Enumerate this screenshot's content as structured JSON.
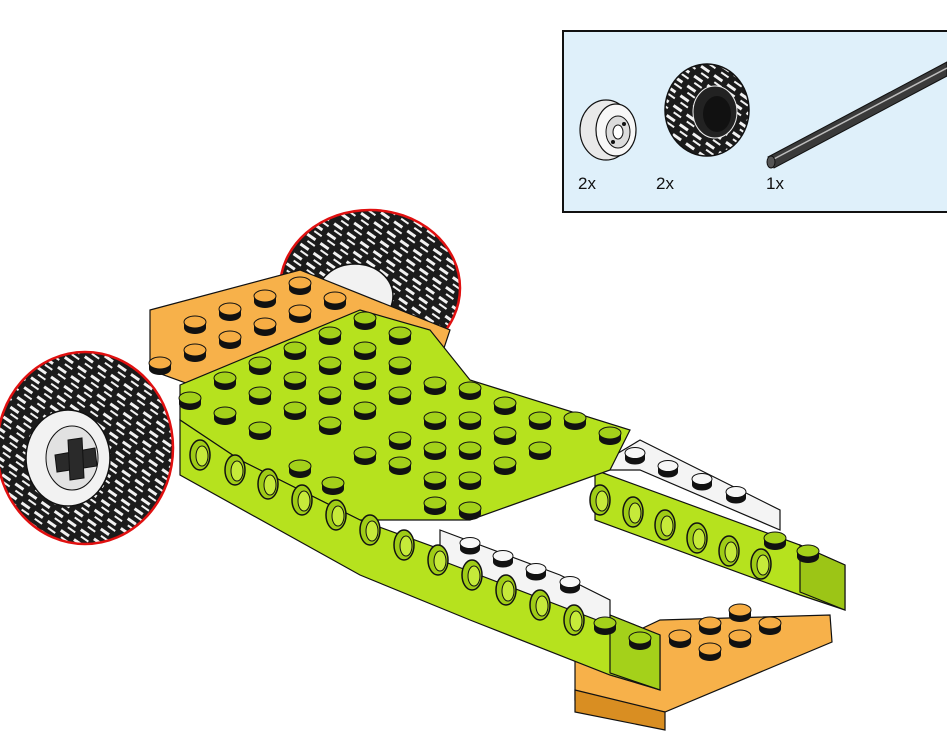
{
  "parts_callout": {
    "items": [
      {
        "name": "hub-icon",
        "quantity": "2x"
      },
      {
        "name": "tire-icon",
        "quantity": "2x"
      },
      {
        "name": "axle-icon",
        "quantity": "1x"
      }
    ],
    "background": "#dff0fa",
    "border": "#111111"
  },
  "colors": {
    "lime": "#b6e21e",
    "lime_dark": "#8fb514",
    "orange": "#f7b14a",
    "orange_dark": "#d98e22",
    "white_brick": "#f4f4f4",
    "tire": "#1a1a1a",
    "highlight": "#e01010"
  }
}
